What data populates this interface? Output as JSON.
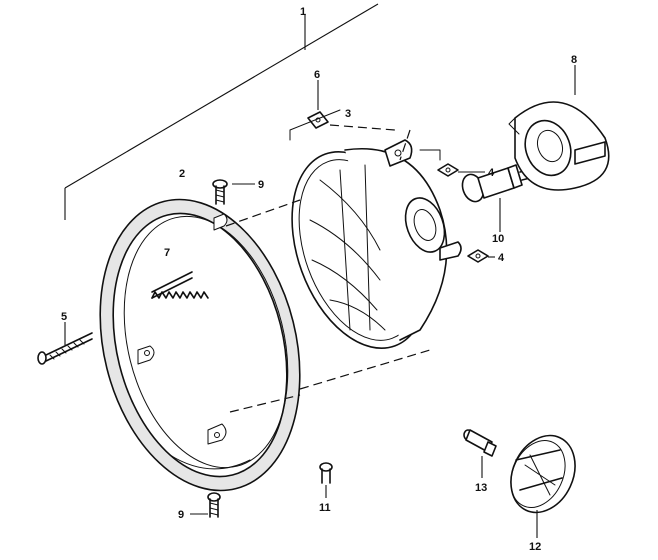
{
  "callouts": {
    "c1": "1",
    "c2": "2",
    "c3": "3",
    "c4a": "4",
    "c4b": "4",
    "c5": "5",
    "c6": "6",
    "c7": "7",
    "c8": "8",
    "c9a": "9",
    "c9b": "9",
    "c10": "10",
    "c11": "11",
    "c12": "12",
    "c13": "13"
  }
}
